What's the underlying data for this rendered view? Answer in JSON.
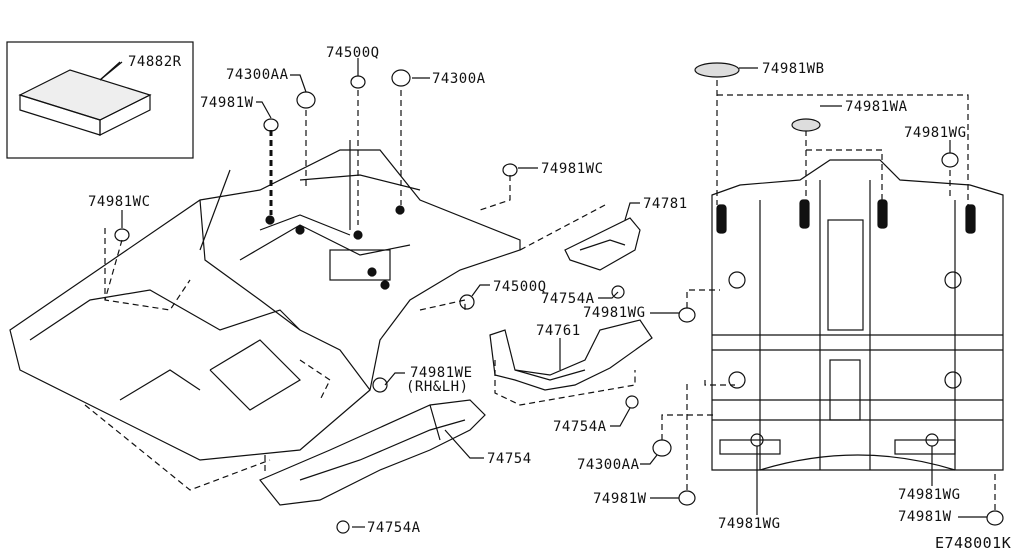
{
  "diagram_code": "E748001K",
  "parts": {
    "mat": "74882R",
    "plug_74300AA_top": "74300AA",
    "plug_74500Q_top": "74500Q",
    "plug_74300A": "74300A",
    "plug_74981W_top": "74981W",
    "clip_74981WC_right": "74981WC",
    "clip_74981WC_left": "74981WC",
    "cover_74781": "74781",
    "plug_74500Q_mid": "74500Q",
    "nut_74754A_upper": "74754A",
    "plug_74981WG_mid": "74981WG",
    "insulator_74761": "74761",
    "plug_74981WE": "74981WE",
    "plug_74981WE_note": "(RH&LH)",
    "nut_74754A_mid": "74754A",
    "insulator_74754": "74754",
    "plug_74300AA_low": "74300AA",
    "nut_74754A_bottom": "74754A",
    "plug_74981W_low": "74981W",
    "plug_74981WB": "74981WB",
    "plug_74981WA": "74981WA",
    "plug_74981WG_right": "74981WG",
    "plug_74981WG_bottom_left": "74981WG",
    "plug_74981WG_bottom_right": "74981WG",
    "plug_74981W_bottom_right": "74981W"
  }
}
